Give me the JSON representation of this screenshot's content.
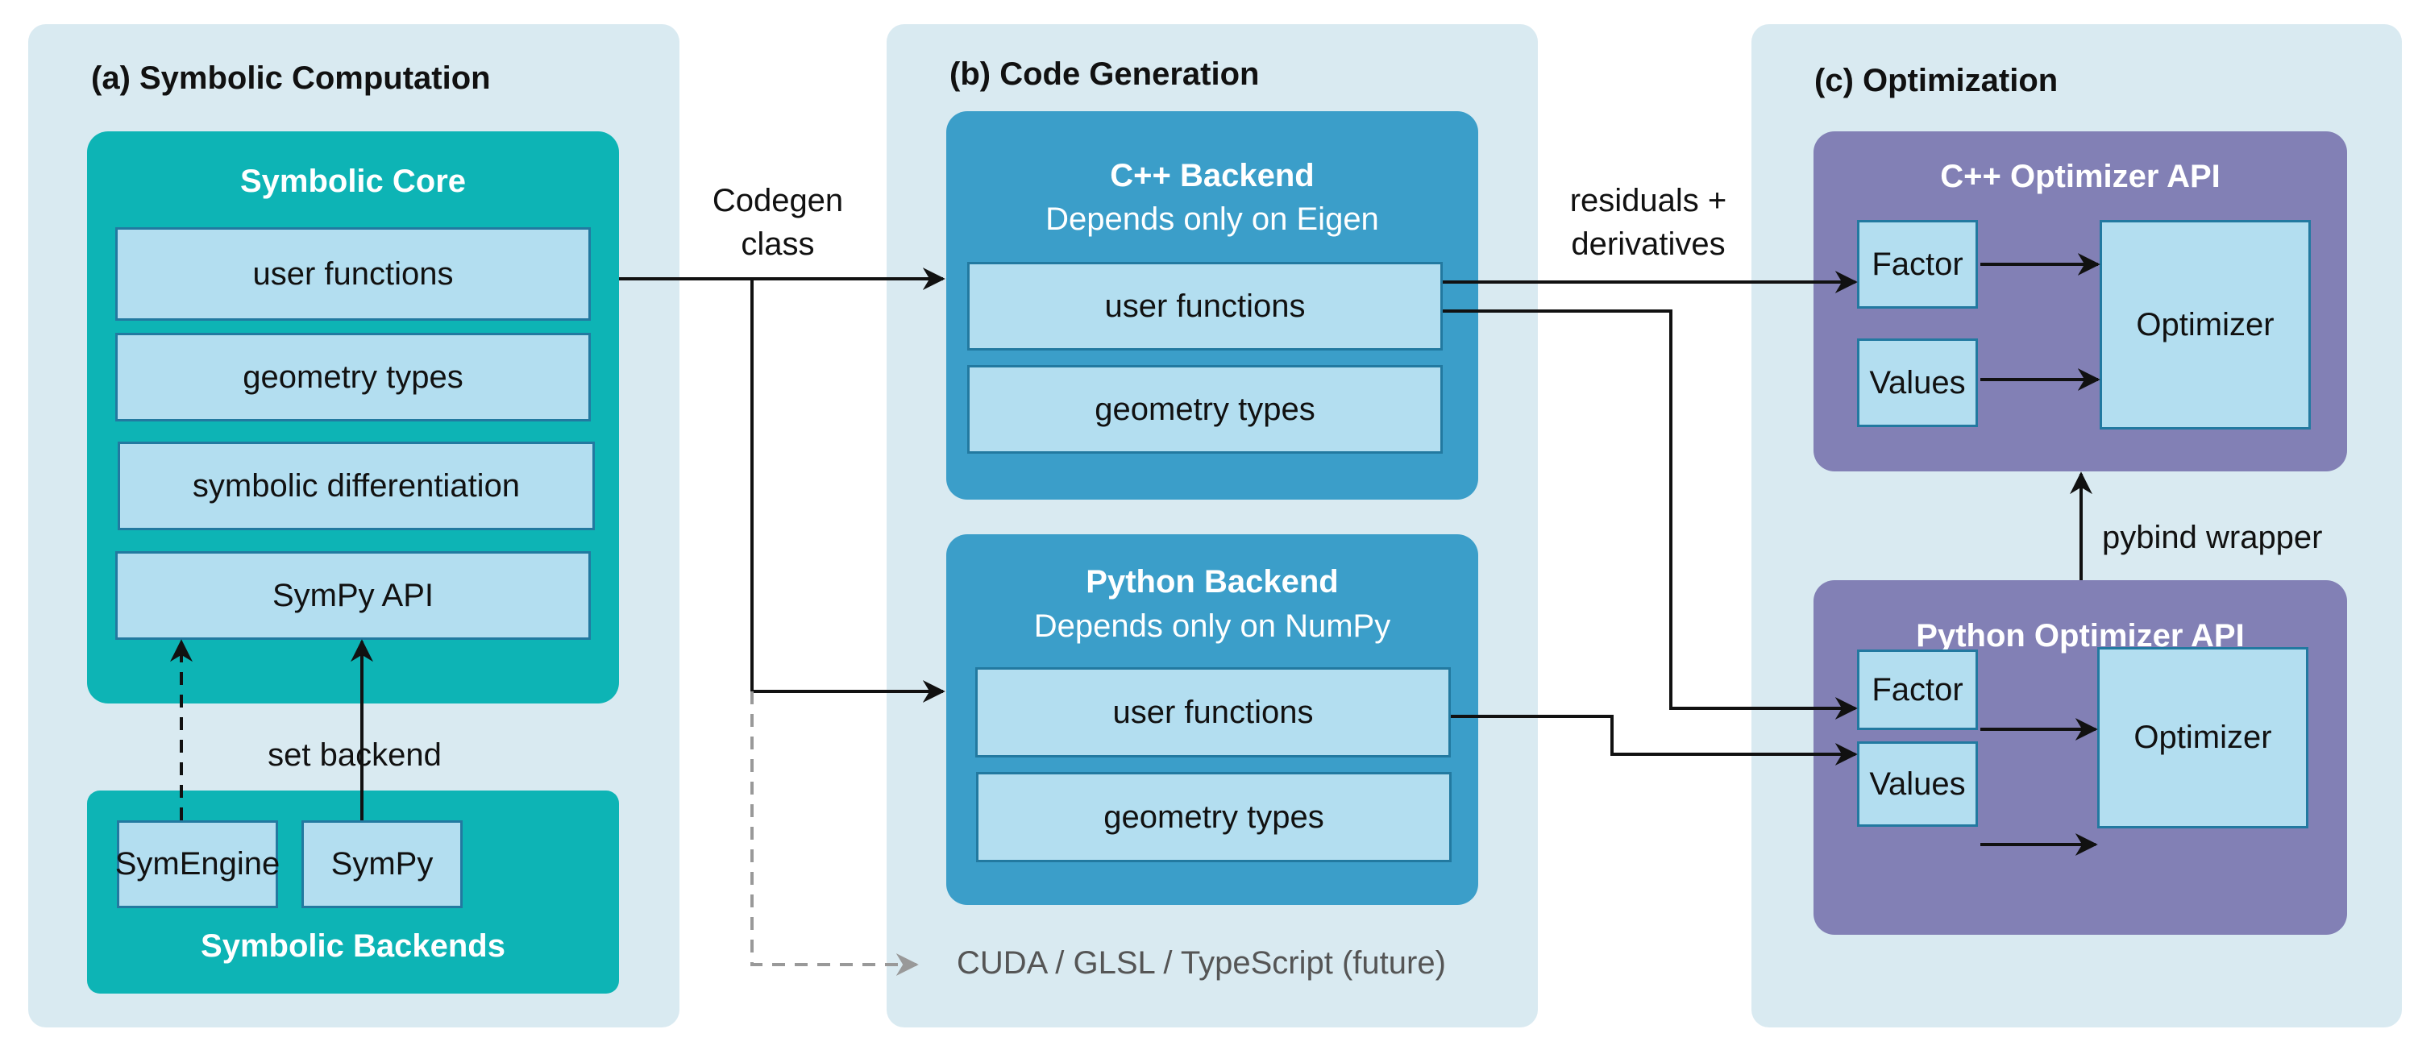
{
  "panels": {
    "a": {
      "title": "(a) Symbolic Computation",
      "core": {
        "title": "Symbolic Core",
        "items": [
          "user functions",
          "geometry types",
          "symbolic differentiation",
          "SymPy API"
        ]
      },
      "backends": {
        "title": "Symbolic Backends",
        "items": [
          "SymEngine",
          "SymPy"
        ]
      },
      "set_backend_label": "set backend"
    },
    "b": {
      "title": "(b) Code Generation",
      "cpp": {
        "title": "C++ Backend",
        "subtitle": "Depends only on Eigen",
        "items": [
          "user functions",
          "geometry types"
        ]
      },
      "python": {
        "title": "Python Backend",
        "subtitle": "Depends only on NumPy",
        "items": [
          "user functions",
          "geometry types"
        ]
      },
      "future_label": "CUDA / GLSL / TypeScript (future)"
    },
    "c": {
      "title": "(c) Optimization",
      "cpp_api": {
        "title": "C++ Optimizer API",
        "factor": "Factor",
        "values": "Values",
        "optimizer": "Optimizer"
      },
      "python_api": {
        "title": "Python Optimizer API",
        "factor": "Factor",
        "values": "Values",
        "optimizer": "Optimizer"
      },
      "pybind_label": "pybind wrapper"
    }
  },
  "connectors": {
    "codegen_label_line1": "Codegen",
    "codegen_label_line2": "class",
    "residuals_label_line1": "residuals +",
    "residuals_label_line2": "derivatives"
  },
  "colors": {
    "panel_bg": "#d9eaf1",
    "symbolic_teal": "#0db4b5",
    "codegen_blue": "#3b9ec9",
    "optimizer_purple": "#8280b5",
    "inner_box": "#b3def0",
    "inner_border": "#2279a0"
  }
}
